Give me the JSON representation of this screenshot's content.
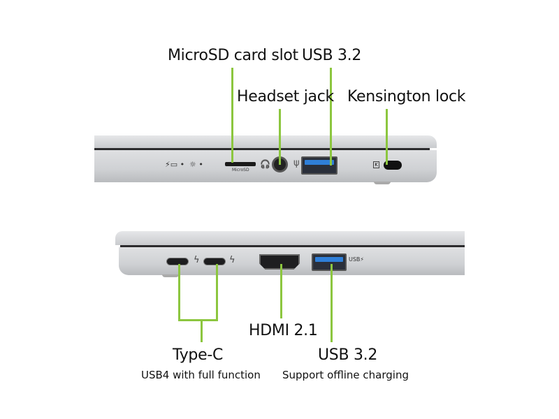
{
  "top_view": {
    "labels": {
      "microsd": "MicroSD card slot",
      "usb": "USB 3.2",
      "headset": "Headset jack",
      "kensington": "Kensington lock"
    },
    "microsd_port_text": "MicroSD"
  },
  "bottom_view": {
    "labels": {
      "typec": "Type-C",
      "typec_sub": "USB4 with full function",
      "hdmi": "HDMI 2.1",
      "usb": "USB 3.2",
      "usb_sub": "Support offline charging"
    }
  },
  "colors": {
    "callout_line": "#8cc63f",
    "usb_port": "#2f7fd8"
  }
}
